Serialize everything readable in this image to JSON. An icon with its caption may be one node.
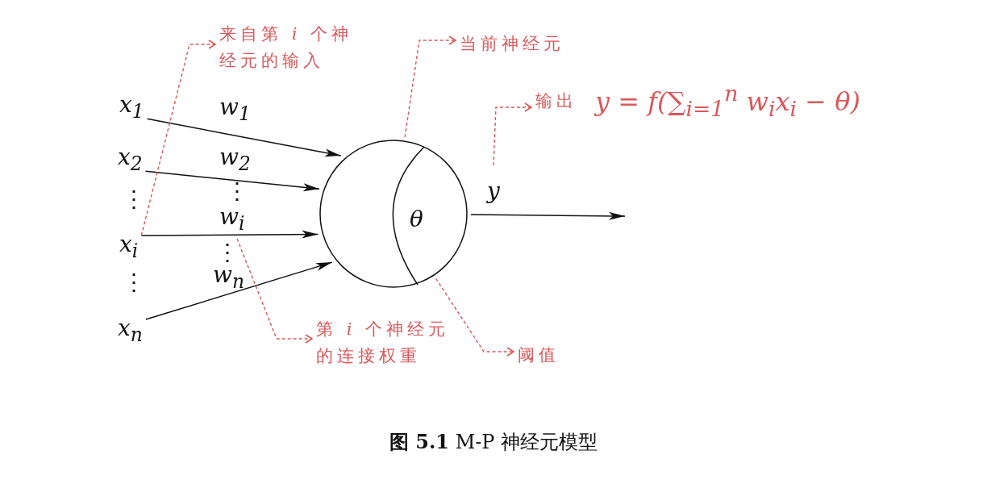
{
  "diagram": {
    "caption": "**图 5.1** M-P 神经元模型",
    "nodes": [
      {
        "text": [
          "x$_{1}$"
        ]
      },
      {
        "text": [
          "x$_{2}$"
        ]
      },
      {
        "text": [
          "x$_{i}$"
        ]
      },
      {
        "text": [
          "x$_{n}$"
        ]
      },
      {
        "text": [
          "θ"
        ]
      },
      {
        "text": [
          "来自第 *i* 个神经元的输入"
        ]
      },
      {
        "text": [
          "当前神经元"
        ]
      },
      {
        "text": [
          "输出",
          "y = f(∑$_{i=1}$$^{n}$ w$_{i}$x$_{i}$ − θ)"
        ]
      },
      {
        "text": [
          "第 *i* 个神经元的连接权重"
        ]
      },
      {
        "text": [
          "阈值"
        ]
      }
    ],
    "edges": [
      {
        "from": 0,
        "to": 4,
        "arrow": "to",
        "label": "w$_{1}$"
      },
      {
        "from": 1,
        "to": 4,
        "arrow": "to",
        "label": "w$_{2}$"
      },
      {
        "from": 2,
        "to": 4,
        "arrow": "to",
        "label": "w$_{i}$"
      },
      {
        "from": 3,
        "to": 4,
        "arrow": "to",
        "label": "w$_{n}$"
      },
      {
        "from": 4,
        "to": null,
        "arrow": "to",
        "label": "y"
      },
      {
        "from": 2,
        "to": 5,
        "arrow": "to",
        "style": "dashed",
        "color": "#d9585a"
      },
      {
        "from": 4,
        "to": 6,
        "arrow": "to",
        "style": "dashed",
        "color": "#d9585a"
      },
      {
        "from": null,
        "to": 7,
        "arrow": "to",
        "style": "dashed",
        "color": "#d9585a"
      },
      {
        "from": null,
        "to": 8,
        "arrow": "to",
        "style": "dashed",
        "color": "#d9585a"
      },
      {
        "from": 4,
        "to": 9,
        "arrow": "to",
        "style": "dashed",
        "color": "#d9585a"
      }
    ],
    "labels": [
      "⋮",
      "⋮",
      "⋮",
      "⋮"
    ]
  }
}
